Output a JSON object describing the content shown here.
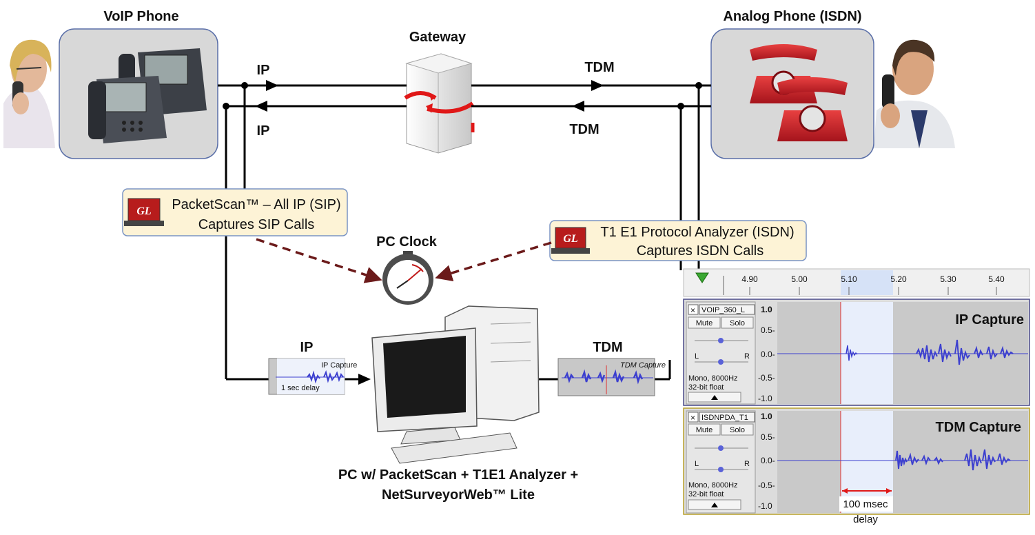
{
  "labels": {
    "voip_phone": "VoIP Phone",
    "analog_phone": "Analog Phone (ISDN)",
    "gateway": "Gateway",
    "ip_top": "IP",
    "ip_bottom": "IP",
    "tdm_top": "TDM",
    "tdm_bottom": "TDM",
    "pc_clock": "PC Clock",
    "ip_lower": "IP",
    "tdm_lower": "TDM",
    "pc_caption_1": "PC w/ PacketScan + T1E1 Analyzer +",
    "pc_caption_2": "NetSurveyorWeb™ Lite"
  },
  "callouts": {
    "packetscan_line1": "PacketScan™ – All IP (SIP)",
    "packetscan_line2": "Captures SIP Calls",
    "t1e1_line1": "T1 E1 Protocol Analyzer (ISDN)",
    "t1e1_line2": "Captures ISDN Calls",
    "logo_text": "GL"
  },
  "thumbnails": {
    "ip_title": "IP Capture",
    "ip_delay": "1 sec delay",
    "tdm_title": "TDM Capture"
  },
  "audio": {
    "ruler_ticks": [
      "4.90",
      "5.00",
      "5.10",
      "5.20",
      "5.30",
      "5.40"
    ],
    "track1": {
      "name": "VOIP_360_L",
      "title": "IP Capture",
      "mute": "Mute",
      "solo": "Solo",
      "pan_left": "L",
      "pan_right": "R",
      "info1": "Mono, 8000Hz",
      "info2": "32-bit float",
      "close": "×",
      "y_ticks": [
        "1.0",
        "0.5-",
        "0.0-",
        "-0.5-",
        "-1.0"
      ]
    },
    "track2": {
      "name": "ISDNPDA_T1",
      "title": "TDM Capture",
      "mute": "Mute",
      "solo": "Solo",
      "pan_left": "L",
      "pan_right": "R",
      "info1": "Mono, 8000Hz",
      "info2": "32-bit float",
      "close": "×",
      "y_ticks": [
        "1.0",
        "0.5-",
        "0.0-",
        "-0.5-",
        "-1.0"
      ]
    },
    "delay_value": "100 msec",
    "delay_word": "delay"
  },
  "colors": {
    "line": "#000000",
    "dashed_arrow": "#6b1a1a",
    "phone_red": "#c0222a",
    "callout_fill": "#fdf3d6",
    "callout_stroke": "#7a94c4",
    "box_fill": "#d8d8d8",
    "box_stroke": "#5a6fa8",
    "wave": "#3c3fcf",
    "selection": "#e8eefb",
    "track_bg": "#c9c9c9"
  }
}
